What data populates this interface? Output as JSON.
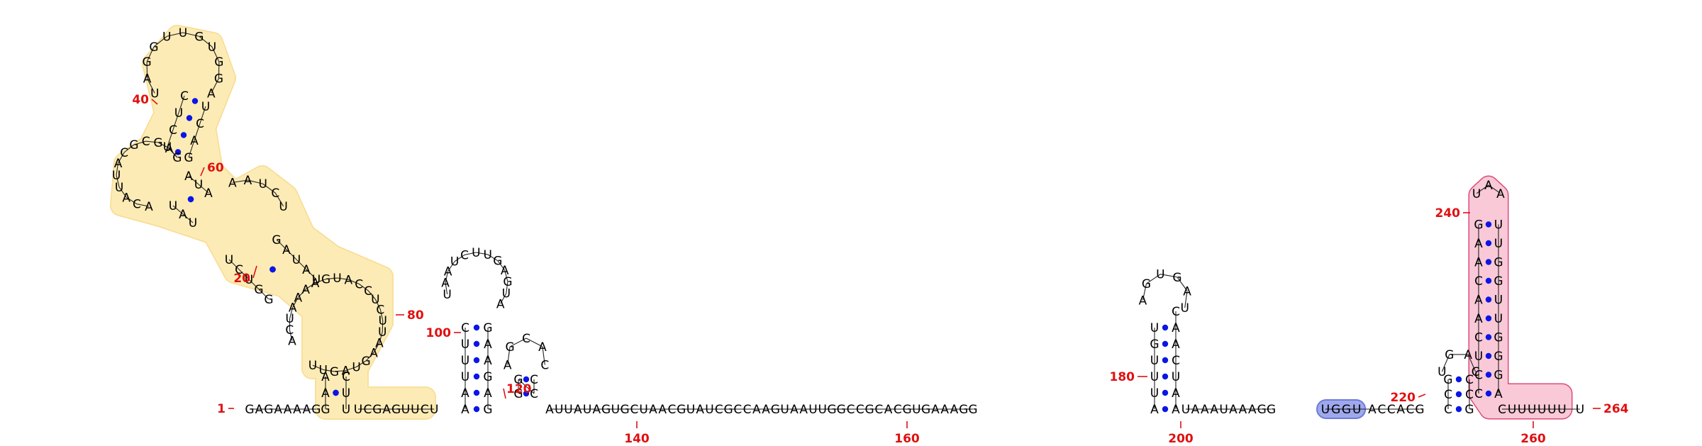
{
  "colors": {
    "pair_dot": "#0a16e6",
    "number": "#e01010",
    "backbone": "#222222",
    "highlight_yellow_fill": "#fdebb5",
    "highlight_yellow_stroke": "#f2c44d",
    "highlight_pink_fill": "#f9c9d8",
    "highlight_pink_stroke": "#dd4a77",
    "highlight_blue_fill": "#9ea8ec",
    "highlight_blue_stroke": "#6f7bd8"
  },
  "sequence_labels": [
    {
      "text": "1",
      "anchor": "start_5p"
    },
    {
      "text": "20",
      "anchor": "domain1"
    },
    {
      "text": "40",
      "anchor": "domain1"
    },
    {
      "text": "60",
      "anchor": "domain1"
    },
    {
      "text": "80",
      "anchor": "domain1"
    },
    {
      "text": "100",
      "anchor": "hairpin2"
    },
    {
      "text": "120",
      "anchor": "hairpin3"
    },
    {
      "text": "140",
      "anchor": "linear"
    },
    {
      "text": "160",
      "anchor": "linear"
    },
    {
      "text": "180",
      "anchor": "hairpin4"
    },
    {
      "text": "200",
      "anchor": "linear"
    },
    {
      "text": "220",
      "anchor": "hairpin5"
    },
    {
      "text": "240",
      "anchor": "hairpin6"
    },
    {
      "text": "260",
      "anchor": "linear"
    },
    {
      "text": "264",
      "anchor": "end_3p"
    }
  ],
  "segments": {
    "five_prime": "GAGAAAAG",
    "linker1": "UCGAGUUCU",
    "linker2": "AUUAUAGUGCUAACGUAUCGCCAAGUAAUUGGCCGCACGUGAAAGG",
    "linker3": "UAAAUAAAGG",
    "blue_motif": "UGGU",
    "linker4": "ACCACG",
    "linker5": "CG",
    "three_prime": "CUUUUUU"
  },
  "domain1": {
    "stem_a_left": "AAG",
    "stem_a_right": "CUU",
    "loop_a": "UUGAUGAAUUCUCCA",
    "loop_a_right": "UGAAAAUCA",
    "stem_b_left": "UCUGG",
    "stem_b_right": "GAUAU",
    "loop_b": "UCUAA",
    "stem_c_left": "UAU",
    "stem_c_right": "AUA",
    "loop_c": "ACAUUACGCGAG",
    "stem_d_left": "UCUC",
    "stem_d_right": "GACU",
    "loop_d": "UAGGUUGUGGA"
  },
  "hairpin2": {
    "stem_left": "AAUUUC",
    "stem_right": "GAGAAG",
    "loop": "UAAUCUUGAGUA"
  },
  "hairpin3": {
    "stem_left": "GG",
    "stem_right": "CC",
    "loop": "AGCAC"
  },
  "hairpin4": {
    "stem_left": "AUUUGU",
    "stem_right": "AAUCAAC",
    "loop": "AGUGAU"
  },
  "hairpin5": {
    "stem_left": "CCG",
    "stem_right": "GCC",
    "loop": "UGAC"
  },
  "hairpin6": {
    "stem_left": "CCUCAACAAG",
    "stem_right": "AGGGUUGGUU",
    "loop": "UAA"
  }
}
